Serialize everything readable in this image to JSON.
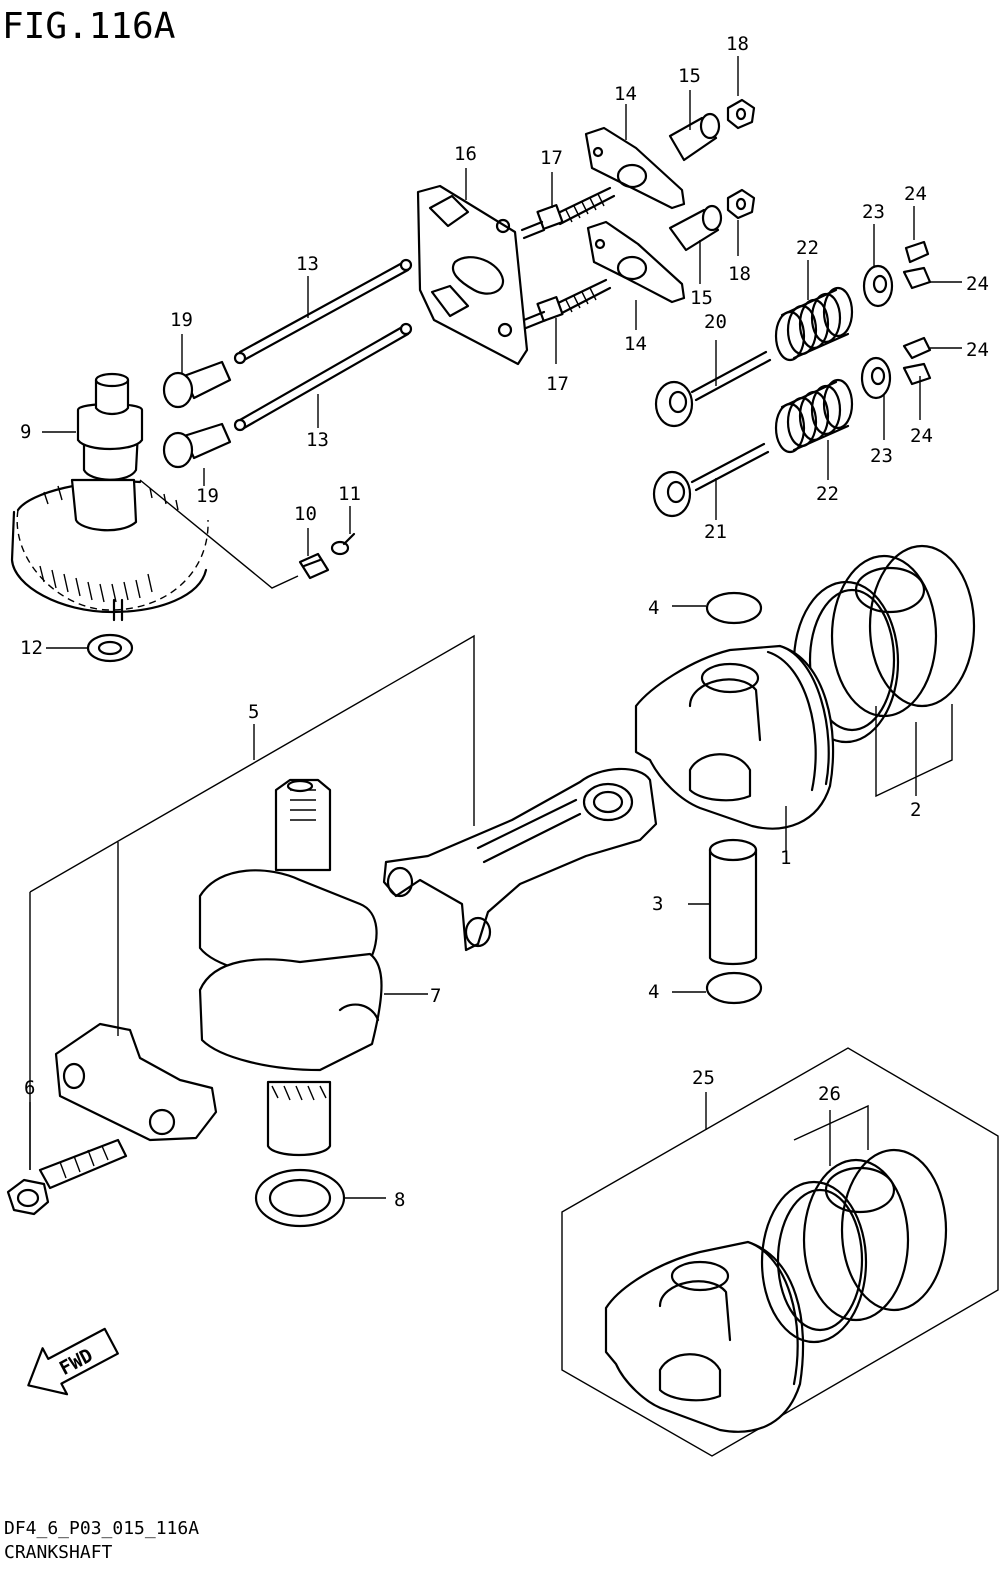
{
  "figure_title": "FIG.116A",
  "footer": {
    "code": "DF4_6_P03_015_116A",
    "name": "CRANKSHAFT"
  },
  "fwd_label": "FWD",
  "callouts": {
    "c1": "1",
    "c2": "2",
    "c3": "3",
    "c4a": "4",
    "c4b": "4",
    "c5": "5",
    "c6": "6",
    "c7": "7",
    "c8": "8",
    "c9": "9",
    "c10": "10",
    "c11": "11",
    "c12": "12",
    "c13a": "13",
    "c13b": "13",
    "c14a": "14",
    "c14b": "14",
    "c15a": "15",
    "c15b": "15",
    "c16": "16",
    "c17a": "17",
    "c17b": "17",
    "c18a": "18",
    "c18b": "18",
    "c19a": "19",
    "c19b": "19",
    "c20": "20",
    "c21": "21",
    "c22a": "22",
    "c22b": "22",
    "c23a": "23",
    "c23b": "23",
    "c24a": "24",
    "c24b": "24",
    "c24c": "24",
    "c24d": "24",
    "c25": "25",
    "c26": "26"
  }
}
